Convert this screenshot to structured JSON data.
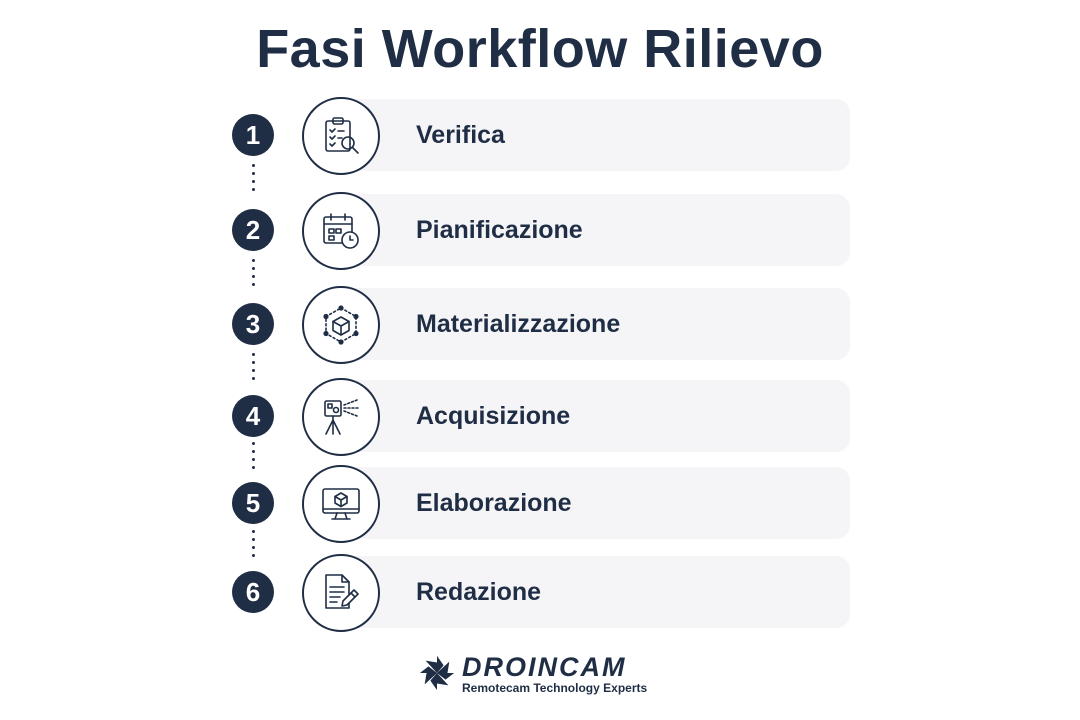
{
  "title": "Fasi Workflow Rilievo",
  "steps": [
    {
      "number": "1",
      "label": "Verifica",
      "icon": "clipboard-search-icon"
    },
    {
      "number": "2",
      "label": "Pianificazione",
      "icon": "calendar-clock-icon"
    },
    {
      "number": "3",
      "label": "Materializzazione",
      "icon": "cube-network-icon"
    },
    {
      "number": "4",
      "label": "Acquisizione",
      "icon": "tripod-scanner-icon"
    },
    {
      "number": "5",
      "label": "Elaborazione",
      "icon": "monitor-cube-icon"
    },
    {
      "number": "6",
      "label": "Redazione",
      "icon": "document-pencil-icon"
    }
  ],
  "brand": {
    "name": "DROINCAM",
    "tagline": "Remotecam Technology Experts"
  },
  "colors": {
    "primary": "#1f2d45",
    "card": "#f5f5f7",
    "background": "#ffffff"
  }
}
